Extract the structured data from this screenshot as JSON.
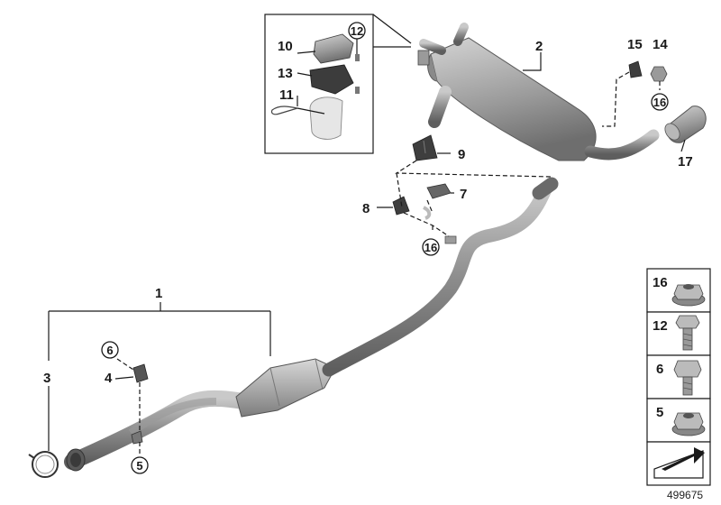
{
  "parts": {
    "p1": "1",
    "p2": "2",
    "p3": "3",
    "p4": "4",
    "p5": "5",
    "p6": "6",
    "p7": "7",
    "p8": "8",
    "p9": "9",
    "p10": "10",
    "p11": "11",
    "p12": "12",
    "p13": "13",
    "p14": "14",
    "p15": "15",
    "p16_top": "16",
    "p16_mid": "16",
    "p17": "17"
  },
  "legend": {
    "items": [
      {
        "num": "16",
        "icon": "flange-nut-icon"
      },
      {
        "num": "12",
        "icon": "hex-bolt-icon"
      },
      {
        "num": "6",
        "icon": "hex-bolt-icon"
      },
      {
        "num": "5",
        "icon": "flange-nut-icon"
      }
    ],
    "arrow_icon": "direction-arrow-icon"
  },
  "reference_number": "499675",
  "colors": {
    "pipe": "#8f8f8f",
    "pipe_dark": "#6c6c6c",
    "pipe_light": "#c4c4c4",
    "ink": "#1a1a1a"
  }
}
